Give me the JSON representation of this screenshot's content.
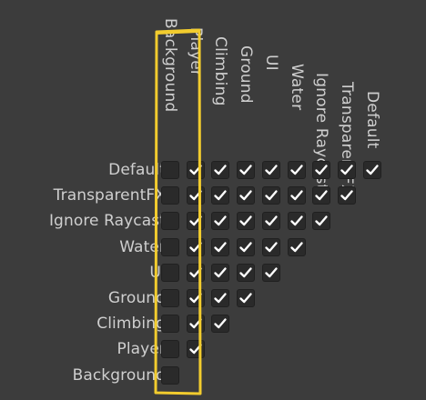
{
  "matrix": {
    "column_labels": [
      "Background",
      "Player",
      "Climbing",
      "Ground",
      "UI",
      "Water",
      "Ignore Raycast",
      "TransparentFX",
      "Default"
    ],
    "row_labels": [
      "Default",
      "TransparentFX",
      "Ignore Raycast",
      "Water",
      "UI",
      "Ground",
      "Climbing",
      "Player",
      "Background"
    ],
    "checked": [
      [
        false,
        true,
        true,
        true,
        true,
        true,
        true,
        true,
        true
      ],
      [
        false,
        true,
        true,
        true,
        true,
        true,
        true,
        true
      ],
      [
        false,
        true,
        true,
        true,
        true,
        true,
        true
      ],
      [
        false,
        true,
        true,
        true,
        true,
        true
      ],
      [
        false,
        true,
        true,
        true,
        true
      ],
      [
        false,
        true,
        true,
        true
      ],
      [
        false,
        true,
        true
      ],
      [
        false,
        true
      ],
      [
        false
      ]
    ]
  },
  "colors": {
    "background": "#3c3c3c",
    "text": "#cfcfcf",
    "checkbox_bg": "#2a2a2a",
    "checkmark": "#ffffff",
    "highlight": "#f2cc2e"
  },
  "highlight": {
    "column": "Background"
  }
}
